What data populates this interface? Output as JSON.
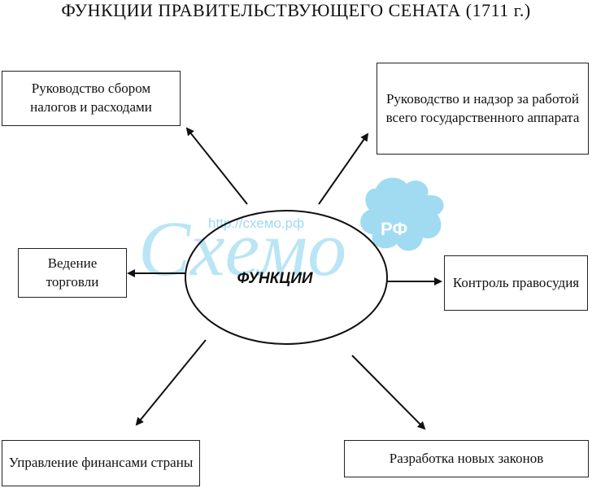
{
  "title": "ФУНКЦИИ ПРАВИТЕЛЬСТВУЮЩЕГО СЕНАТА (1711 г.)",
  "center_label": "ФУНКЦИИ",
  "boxes": {
    "top_left": "Руководство сбором налогов и расходами",
    "top_right": "Руководство и надзор за работой всего государственного аппарата",
    "mid_left": "Ведение торговли",
    "mid_right": "Контроль правосудия",
    "bottom_left": "Управление финансами страны",
    "bottom_right": "Разработка новых законов"
  },
  "watermark": {
    "script": "Схемо",
    "url": "http://схемо.рф",
    "badge": "РФ",
    "color": "#6cc7ea"
  }
}
